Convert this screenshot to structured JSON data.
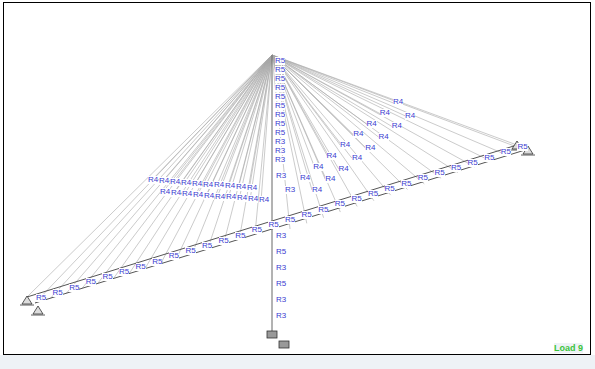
{
  "diagram": {
    "labels": [
      "R5",
      "R5",
      "R5",
      "R5",
      "R5",
      "R5",
      "R5",
      "R5",
      "R5",
      "R3",
      "R3",
      "R3",
      "R3",
      "R3",
      "R4",
      "R4",
      "R4",
      "R4",
      "R4",
      "R4",
      "R4",
      "R4",
      "R4",
      "R4",
      "R4",
      "R4",
      "R4",
      "R4",
      "R4",
      "R4",
      "R4",
      "R4",
      "R4",
      "R4",
      "R4",
      "R4",
      "R4",
      "R4",
      "R4",
      "R4",
      "R4",
      "R4",
      "R4",
      "R4",
      "R4",
      "R4",
      "R4",
      "R4",
      "R4",
      "R4",
      "R5",
      "R5",
      "R5",
      "R5",
      "R5",
      "R5",
      "R5",
      "R5",
      "R5",
      "R5",
      "R5",
      "R5",
      "R5",
      "R5",
      "R5",
      "R5",
      "R5",
      "R5",
      "R5",
      "R5",
      "R5",
      "R5",
      "R5",
      "R5",
      "R5",
      "R5",
      "R5",
      "R5",
      "R5",
      "R5",
      "R3",
      "R5",
      "R3",
      "R5",
      "R3",
      "R3",
      "Load 9"
    ]
  }
}
